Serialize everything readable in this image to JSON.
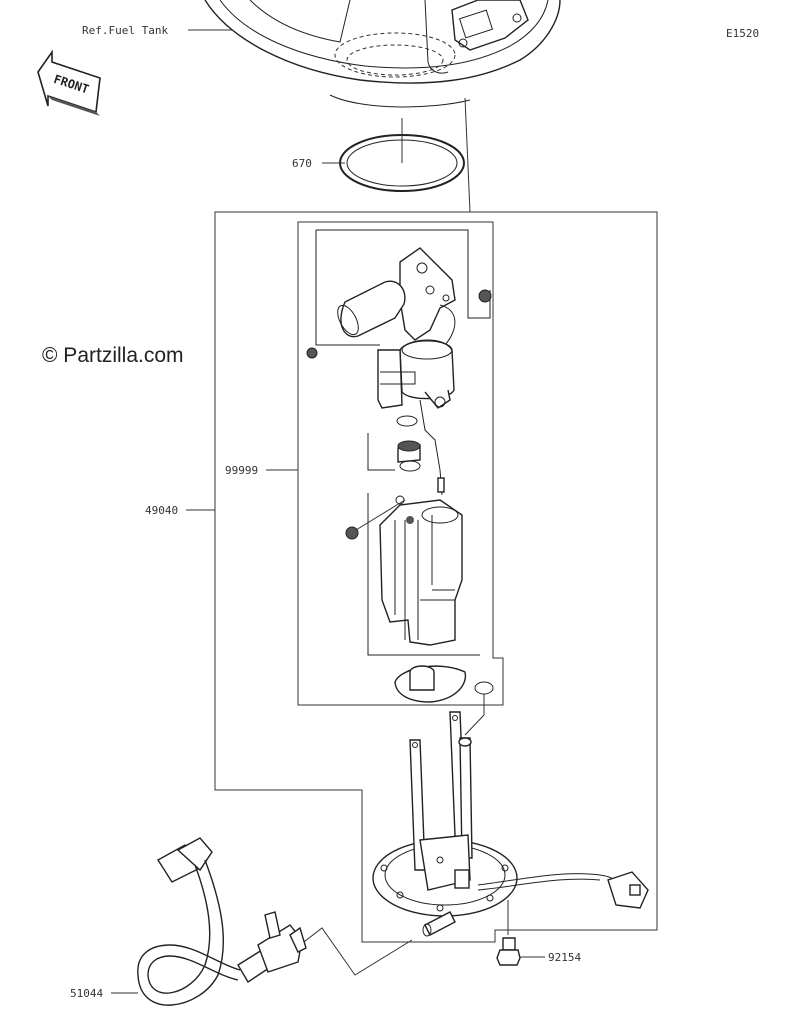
{
  "diagram_code": "E1520",
  "watermark": "© Partzilla.com",
  "front_label": "FRONT",
  "ref_label": "Ref.Fuel Tank",
  "callouts": [
    {
      "id": "670",
      "text": "670"
    },
    {
      "id": "99999",
      "text": "99999"
    },
    {
      "id": "49040",
      "text": "49040"
    },
    {
      "id": "92154",
      "text": "92154"
    },
    {
      "id": "51044",
      "text": "51044"
    }
  ]
}
